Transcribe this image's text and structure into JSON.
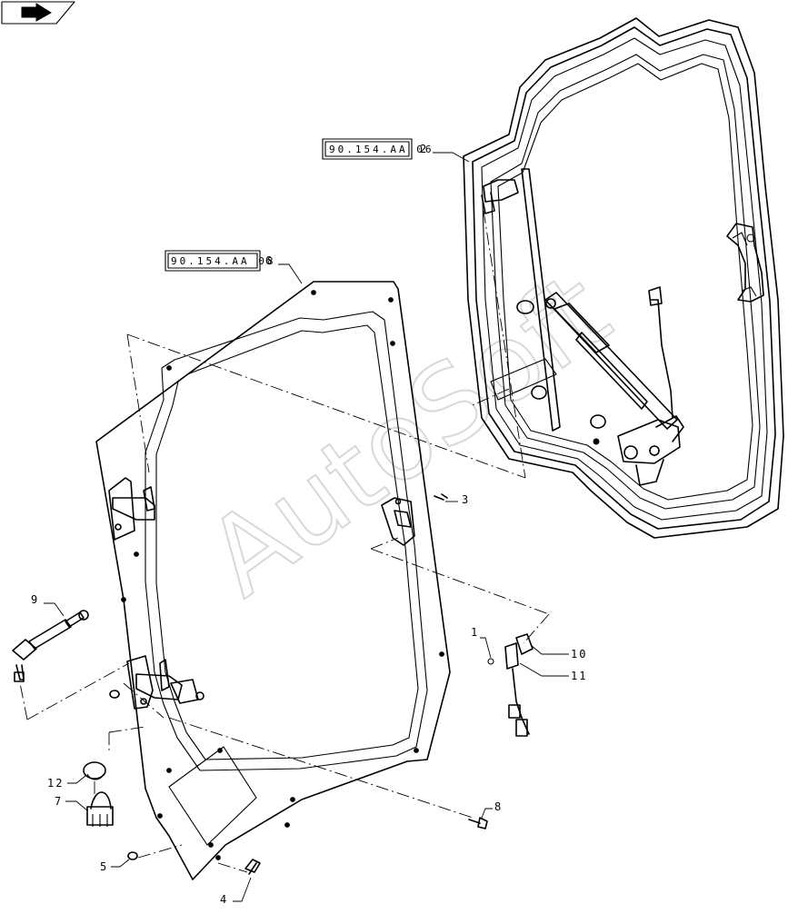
{
  "nav": {
    "icon": "next-page-arrow-icon"
  },
  "watermark": {
    "text": "AutoSoft"
  },
  "references": [
    {
      "id": "ref-door-assembly",
      "code": "90.154.AA 06",
      "item": "2"
    },
    {
      "id": "ref-rear-door",
      "code": "90.154.AA 08",
      "item": "6"
    }
  ],
  "callouts": [
    {
      "id": "callout-1",
      "text": "1"
    },
    {
      "id": "callout-3",
      "text": "3"
    },
    {
      "id": "callout-4",
      "text": "4"
    },
    {
      "id": "callout-5",
      "text": "5"
    },
    {
      "id": "callout-7",
      "text": "7"
    },
    {
      "id": "callout-8",
      "text": "8"
    },
    {
      "id": "callout-9",
      "text": "9"
    },
    {
      "id": "callout-10",
      "text": "10"
    },
    {
      "id": "callout-11",
      "text": "11"
    },
    {
      "id": "callout-12",
      "text": "12"
    }
  ]
}
